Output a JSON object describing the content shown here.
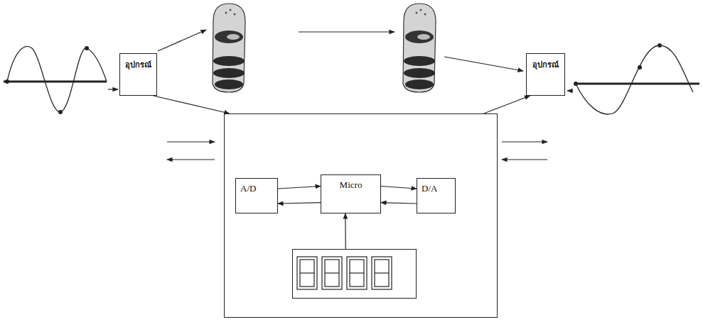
{
  "diagram": {
    "nodes": [
      {
        "text": [
          "อุปกรณ์"
        ]
      },
      {
        "text": []
      },
      {
        "text": [
          "A/D"
        ],
        "in": 1
      },
      {
        "text": [
          "Micro"
        ],
        "in": 1
      },
      {
        "text": [
          "D/A"
        ],
        "in": 1
      },
      {
        "text": [],
        "in": 1
      },
      {
        "text": [
          "อุปกรณ์"
        ]
      }
    ],
    "edges": [
      {
        "from": 0,
        "to": 1,
        "arrow": "to"
      },
      {
        "from": 1,
        "to": 6,
        "arrow": "to"
      },
      {
        "from": 2,
        "to": 3,
        "arrow": "to"
      },
      {
        "from": 3,
        "to": 2,
        "arrow": "to"
      },
      {
        "from": 3,
        "to": 4,
        "arrow": "to"
      },
      {
        "from": 4,
        "to": 3,
        "arrow": "to"
      },
      {
        "from": 5,
        "to": 3,
        "arrow": "to"
      }
    ]
  }
}
